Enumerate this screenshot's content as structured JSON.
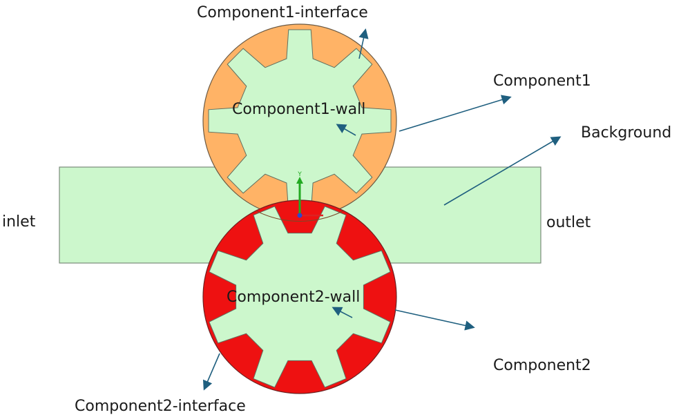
{
  "labels": {
    "component1_interface": "Component1-interface",
    "component1": "Component1",
    "component1_wall": "Component1-wall",
    "background": "Background",
    "inlet": "inlet",
    "outlet": "outlet",
    "component2_wall": "Component2-wall",
    "component2": "Component2",
    "component2_interface": "Component2-interface",
    "axis_y": "Y"
  },
  "gears": {
    "teeth_count": 8
  },
  "colors": {
    "background_fill": "#ccf7cc",
    "component1_fill": "#ffb366",
    "component2_fill": "#ee1111",
    "gear_wall_fill": "#ccf7cc",
    "arrow": "#1f5f7f",
    "axis_y": "#22aa22",
    "axis_x": "#dd2222",
    "origin": "#3344cc"
  }
}
